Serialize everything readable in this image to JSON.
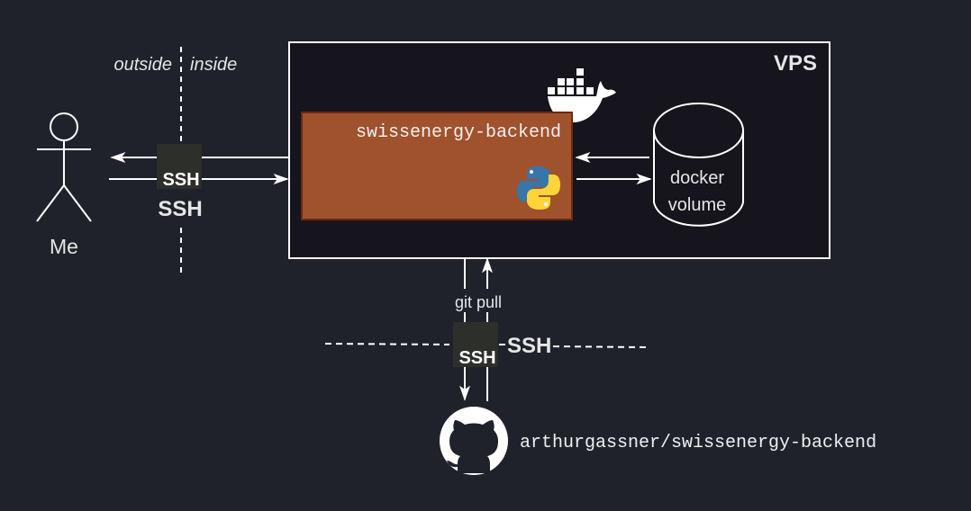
{
  "zones": {
    "outside": "outside",
    "inside": "inside"
  },
  "actor": {
    "label": "Me"
  },
  "vps": {
    "title": "VPS"
  },
  "backend": {
    "name": "swissenergy-backend"
  },
  "volume": {
    "line1": "docker",
    "line2": "volume"
  },
  "ssh": {
    "badge_text": "SSH",
    "label": "SSH"
  },
  "git": {
    "pull_label": "git pull",
    "repo": "arthurgassner/swissenergy-backend"
  },
  "colors": {
    "background": "#1f222b",
    "vps_fill": "#16141c",
    "backend_fill": "#a0522d",
    "backend_border": "#6b2a12",
    "ssh_badge": "#2d2f2a",
    "line": "#ffffff",
    "python_blue": "#3776ab",
    "python_yellow": "#ffd43b"
  },
  "icons": [
    "person-icon",
    "ssh-badge-icon",
    "docker-whale-icon",
    "python-icon",
    "database-cylinder-icon",
    "github-icon"
  ]
}
